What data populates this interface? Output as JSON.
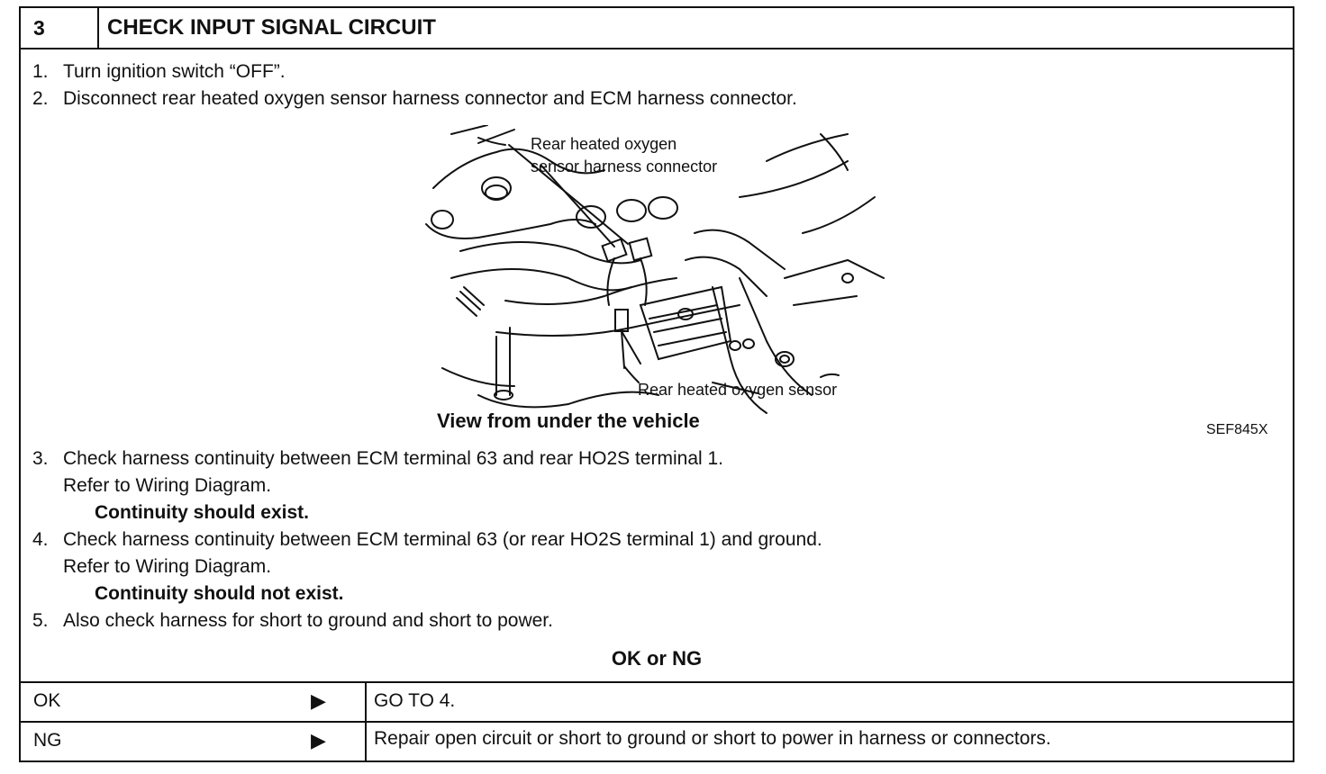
{
  "header": {
    "number": "3",
    "title": "CHECK INPUT SIGNAL CIRCUIT"
  },
  "steps": [
    {
      "num": "1.",
      "text": "Turn ignition switch “OFF”."
    },
    {
      "num": "2.",
      "text": "Disconnect rear heated oxygen sensor harness connector and ECM harness connector."
    },
    {
      "num": "3.",
      "text": "Check harness continuity between ECM terminal 63 and rear HO2S terminal 1.",
      "sub": "Refer to Wiring Diagram.",
      "note": "Continuity should exist."
    },
    {
      "num": "4.",
      "text": "Check harness continuity between ECM terminal 63 (or rear HO2S terminal 1) and ground.",
      "sub": "Refer to Wiring Diagram.",
      "note": "Continuity should not exist."
    },
    {
      "num": "5.",
      "text": "Also check harness for short to ground and short to power."
    }
  ],
  "figure": {
    "label_connector_1": "Rear heated oxygen",
    "label_connector_2": "sensor harness connector",
    "label_sensor": "Rear heated oxygen sensor",
    "caption": "View from under the vehicle",
    "code": "SEF845X"
  },
  "decision": "OK or NG",
  "results": [
    {
      "label": "OK",
      "arrow": "▶",
      "action": "GO TO 4."
    },
    {
      "label": "NG",
      "arrow": "▶",
      "action": "Repair open circuit or short to ground or short to power in harness or connectors."
    }
  ]
}
